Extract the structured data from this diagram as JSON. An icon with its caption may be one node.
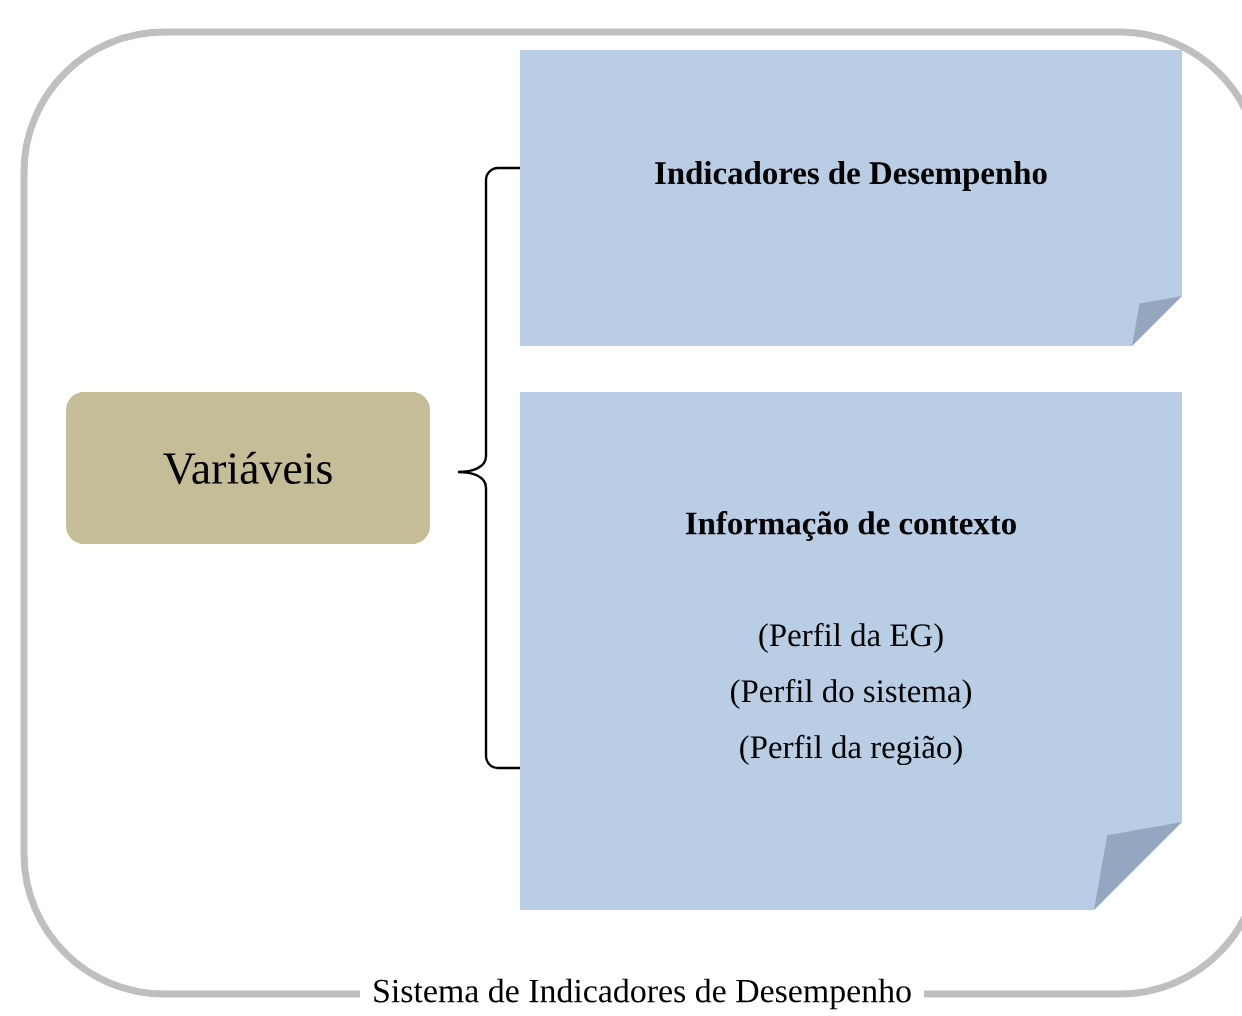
{
  "diagram": {
    "nodes": [
      {
        "text": [
          "Sistema de Indicadores de Desempenho"
        ]
      },
      {
        "text": [
          "Variáveis"
        ],
        "in": 0
      },
      {
        "text": [
          "Indicadores de Desempenho"
        ],
        "in": 0
      },
      {
        "text": [
          "Informação de contexto",
          "(Perfil da EG)",
          "(Perfil do sistema)",
          "(Perfil da região)"
        ],
        "in": 0
      }
    ]
  }
}
